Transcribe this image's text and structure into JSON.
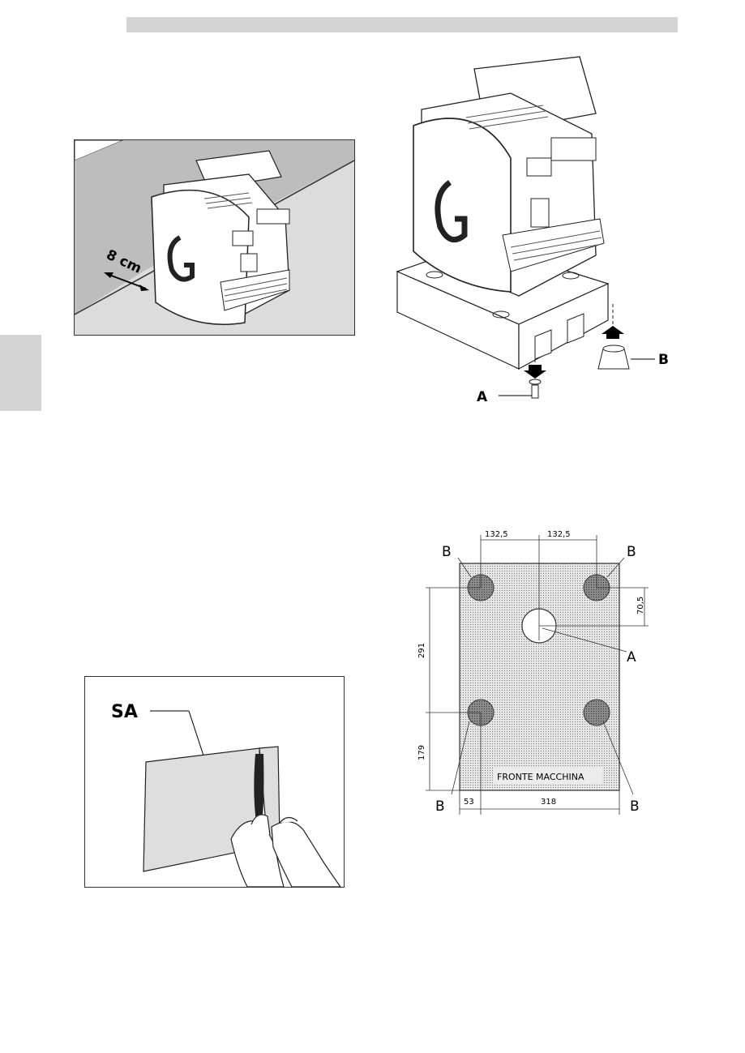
{
  "figure_clearance": {
    "distance_label": "8 cm"
  },
  "figure_pallet": {
    "label_a": "A",
    "label_b": "B"
  },
  "figure_footprint": {
    "dim_top_left": "132,5",
    "dim_top_right": "132,5",
    "dim_right": "70,5",
    "dim_left_total": "291",
    "dim_left_lower": "179",
    "dim_bottom_left": "53",
    "dim_bottom_right": "318",
    "label_b_top_left": "B",
    "label_b_top_right": "B",
    "label_b_bottom_left": "B",
    "label_b_bottom_right": "B",
    "label_a": "A",
    "front_label": "FRONTE MACCHINA"
  },
  "figure_film": {
    "label_sa": "SA"
  },
  "colors": {
    "header_bar": "#d4d4d4",
    "side_tab": "#d4d4d4",
    "floor": "#dcdcdc",
    "wall": "#bdbdbd"
  }
}
